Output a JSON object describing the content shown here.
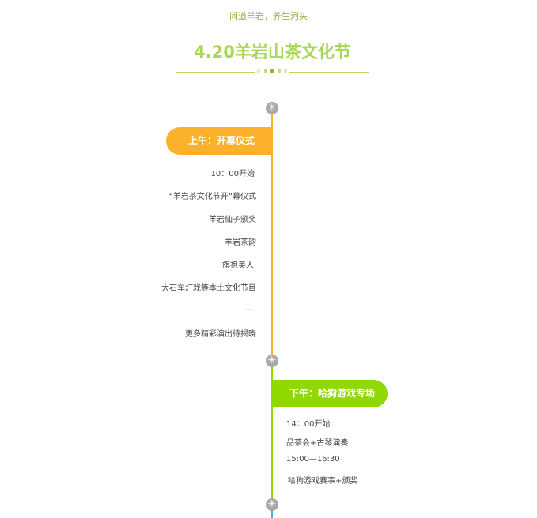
{
  "header": {
    "subtitle": "问道羊岩，养生河头",
    "title": "4.20羊岩山茶文化节"
  },
  "colors": {
    "morning": "#fbb12b",
    "afternoon": "#8fd900",
    "title": "#a8d655",
    "node": "#a8a8a8"
  },
  "morning": {
    "label": "上午：开幕仪式",
    "items": [
      "10：00开始",
      "“羊岩茶文化节开”幕仪式",
      "羊岩仙子颁奖",
      "羊岩茶韵",
      "旗袍美人",
      "大石车灯戏等本土文化节目",
      "....",
      "更多精彩演出待揭晓"
    ]
  },
  "afternoon": {
    "label": "下午：哈狗游戏专场",
    "items": [
      "14：00开始",
      "品茶会+古琴演奏",
      "15:00—16:30",
      "哈狗游戏赛事+颁奖"
    ]
  },
  "node_icon": "sun-icon"
}
